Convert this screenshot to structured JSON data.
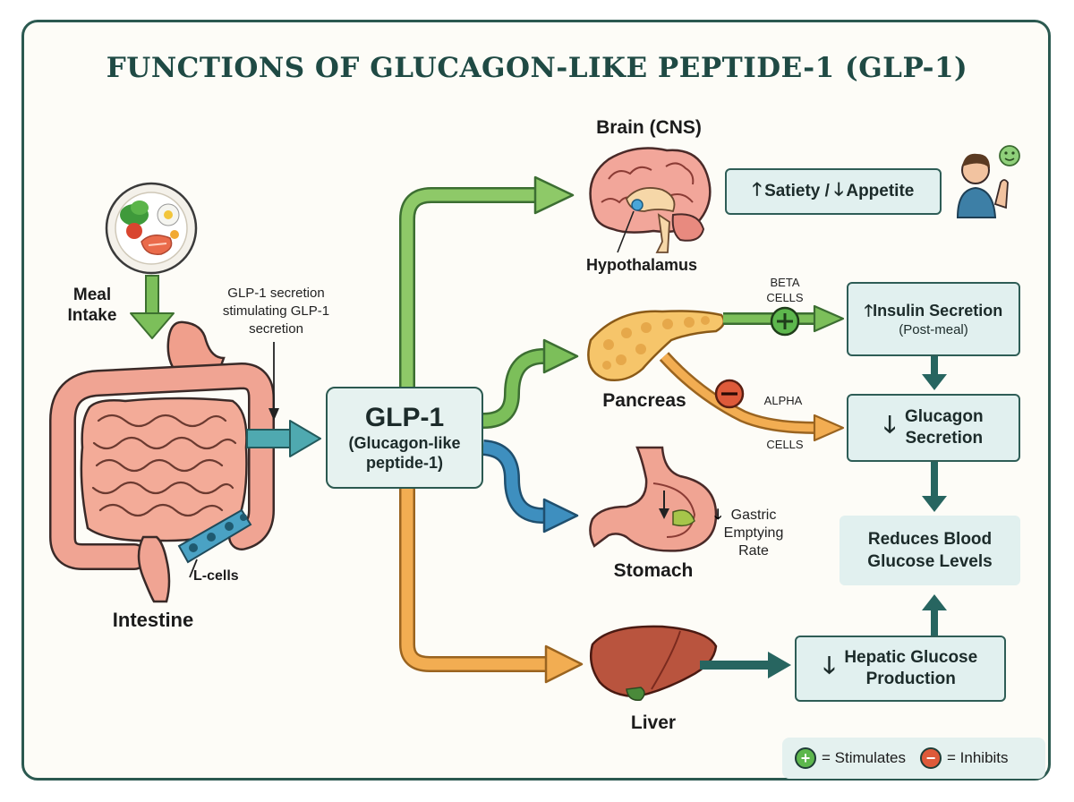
{
  "title": "FUNCTIONS OF GLUCAGON-LIKE PEPTIDE-1 (GLP-1)",
  "labels": {
    "meal_intake": "Meal\nIntake",
    "intestine": "Intestine",
    "l_cells": "L-cells",
    "secretion_note": "GLP-1 secretion\nstimulating GLP-1\nsecretion",
    "brain": "Brain (CNS)",
    "hypothalamus": "Hypothalamus",
    "pancreas": "Pancreas",
    "stomach": "Stomach",
    "liver": "Liver",
    "beta_cells": "BETA\nCELLS",
    "alpha": "ALPHA",
    "cells": "CELLS",
    "gastric": "Gastric\nEmptying\nRate"
  },
  "glp1": {
    "name": "GLP-1",
    "full": "(Glucagon-like\npeptide-1)"
  },
  "boxes": {
    "satiety": "Satiety /",
    "appetite": "Appetite",
    "insulin": "Insulin Secretion",
    "insulin_sub": "(Post-meal)",
    "glucagon": "Glucagon\nSecretion",
    "reduces": "Reduces Blood\nGlucose Levels",
    "hepatic": "Hepatic Glucose\nProduction"
  },
  "legend": {
    "stimulates": "= Stimulates",
    "inhibits": "= Inhibits"
  },
  "colors": {
    "green": "#7cbf5a",
    "blue": "#3e8fbf",
    "orange": "#eea443",
    "teal": "#276560",
    "stim": "#5db74d",
    "inhib": "#de5a3a"
  }
}
